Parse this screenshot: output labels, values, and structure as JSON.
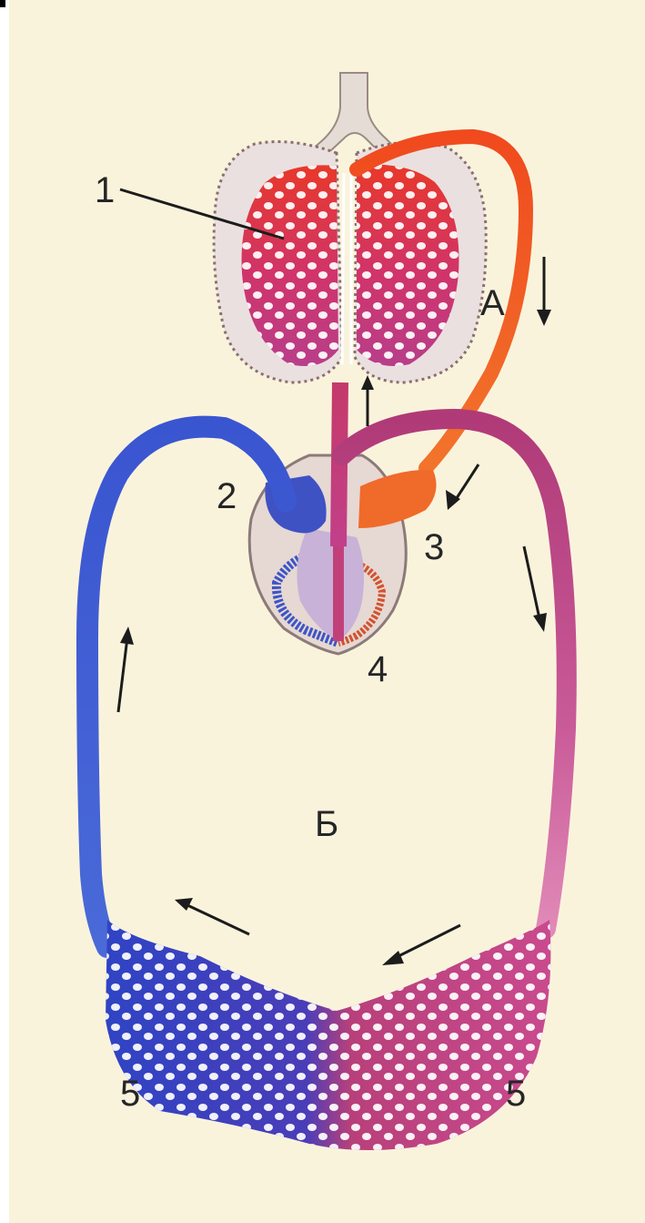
{
  "labels": {
    "n1": "1",
    "n2": "2",
    "n3": "3",
    "n4": "4",
    "n5_left": "5",
    "n5_right": "5",
    "a": "А",
    "b": "Б"
  },
  "colors": {
    "background": "#faf3dc",
    "arterial": "#f05a1e",
    "venous": "#3b4cc0",
    "mixed": "#b8407a",
    "lung_outline": "#8a6f6f",
    "heart_sac": "#e6d8d2",
    "arrow": "#1c1c1c"
  },
  "icons": {
    "flow_arrow": "arrow-icon"
  }
}
